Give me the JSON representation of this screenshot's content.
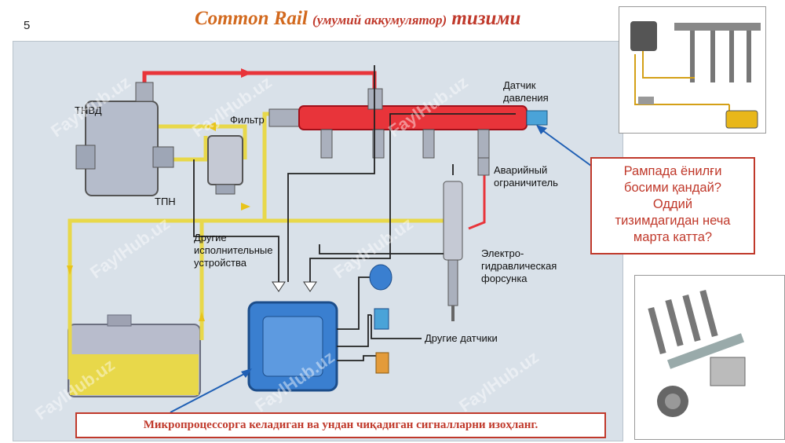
{
  "slide_number": "5",
  "title": {
    "main": "Common Rail",
    "sub": "(умумий аккумулятор)",
    "tail": "тизими"
  },
  "labels": {
    "tnvd": "ТНВД",
    "filter": "Фильтр",
    "tpn": "ТПН",
    "sensor_pressure_1": "Датчик",
    "sensor_pressure_2": "давления",
    "emergency_1": "Аварийный",
    "emergency_2": "ограничитель",
    "actuators_1": "Другие",
    "actuators_2": "исполнительные",
    "actuators_3": "устройства",
    "injector_1": "Электро-",
    "injector_2": "гидравлическая",
    "injector_3": "форсунка",
    "other_sensors": "Другие датчики"
  },
  "callout": {
    "line1": "Рампада ёнилғи",
    "line2": "босими қандай?",
    "line3": "Оддий",
    "line4": "тизимдагидан неча",
    "line5": "марта катта?"
  },
  "question_bottom": "Микропроцессорга келадиган ва ундан чиқадиган сигналларни изоҳланг.",
  "watermark": "FaylHub.uz",
  "colors": {
    "title": "#d2691e",
    "accent_red": "#c0392b",
    "rail_red": "#e8343a",
    "fuel_yellow": "#e8d84a",
    "ecu_blue": "#3a7fd0",
    "diagram_bg": "#d9e1e9"
  }
}
